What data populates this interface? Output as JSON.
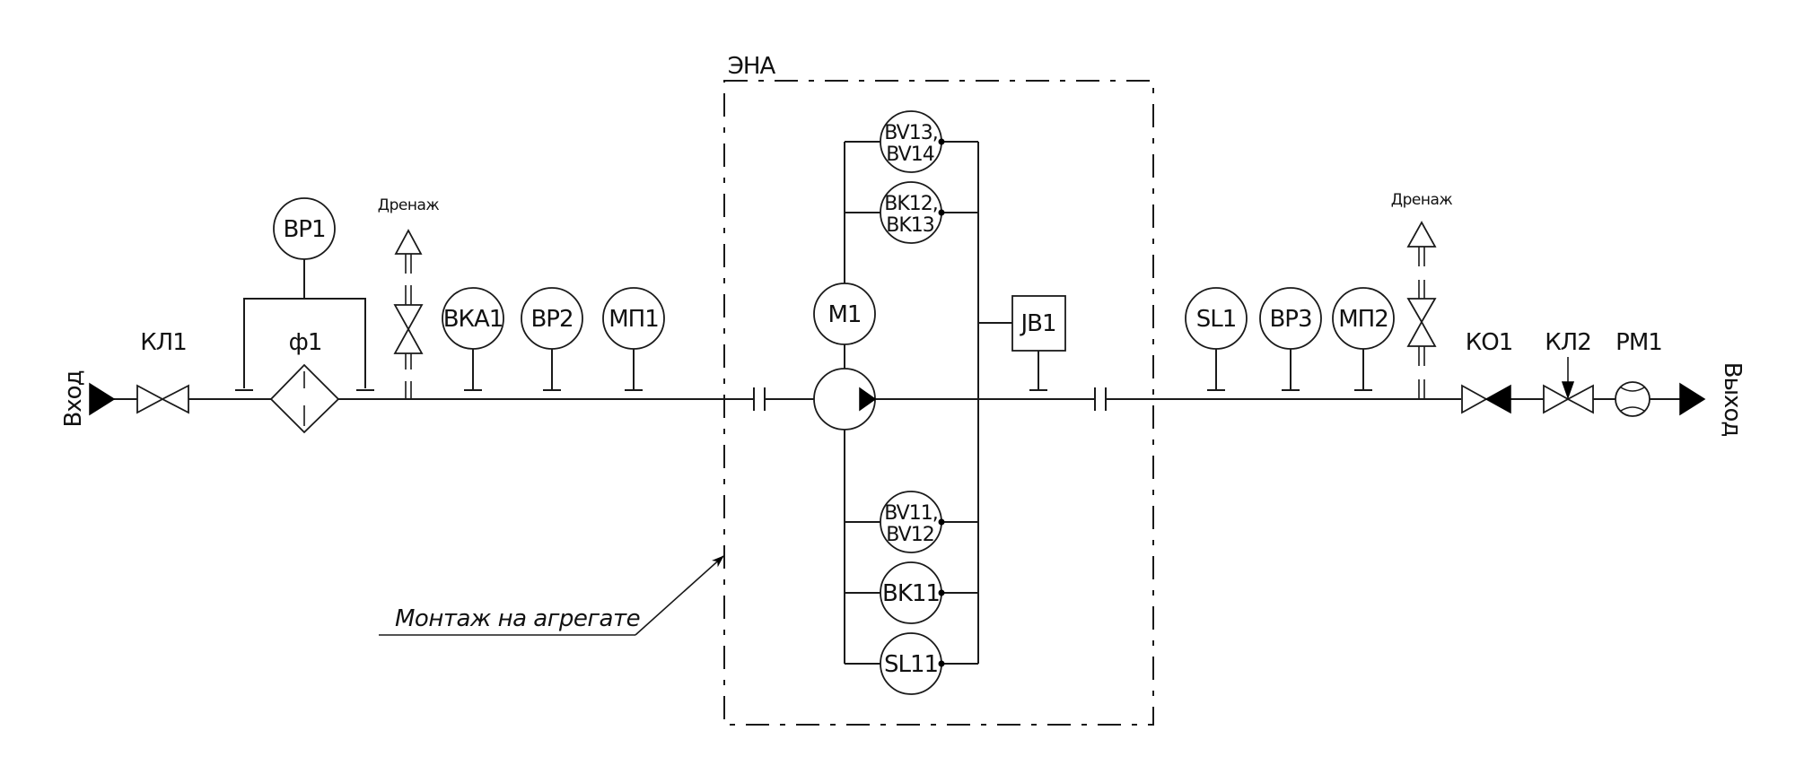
{
  "diagram": {
    "inlet_label": "Вход",
    "outlet_label": "Выход",
    "enclosure_label": "ЭНА",
    "mounting_note": "Монтаж на агрегате",
    "drain_label_left": "Дренаж",
    "drain_label_right": "Дренаж",
    "valves": {
      "kl1": "КЛ1",
      "k01": "КО1",
      "kl2": "КЛ2",
      "pm1": "РМ1"
    },
    "filter": {
      "label": "ф1"
    },
    "instruments_inlet": {
      "bp1": "ВР1",
      "bka1": "ВКА1",
      "bp2": "ВР2",
      "mp1": "МП1"
    },
    "unit": {
      "motor": "М1",
      "junction_box": "JB1",
      "sensors": [
        {
          "line1": "BV13,",
          "line2": "BV14"
        },
        {
          "line1": "BK12,",
          "line2": "BK13"
        },
        {
          "line1": "BV11,",
          "line2": "BV12"
        },
        {
          "line1": "BK11",
          "line2": ""
        },
        {
          "line1": "SL11",
          "line2": ""
        }
      ]
    },
    "instruments_outlet": {
      "sl1": "SL1",
      "bp3": "ВР3",
      "mp2": "МП2"
    }
  }
}
